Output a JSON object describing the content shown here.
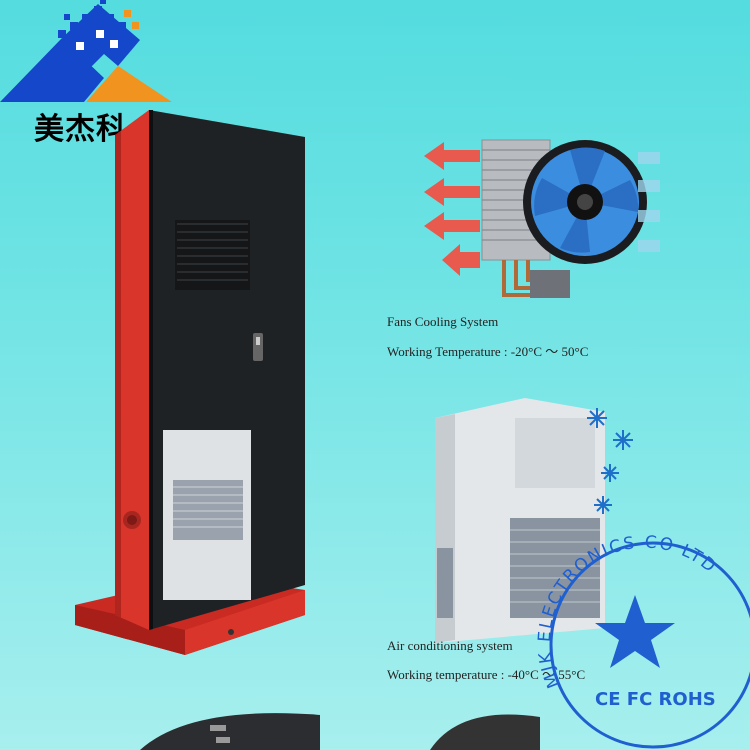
{
  "logo": {
    "text": "美杰科"
  },
  "fan_section": {
    "title": "Fans Cooling System",
    "temperature": "Working Temperature : -20°C ～ 50°C"
  },
  "ac_section": {
    "title": "Air conditioning system",
    "temperature": "Working temperature : -40°C ～ 55°C"
  },
  "stamp": {
    "company": "MJK ELECTRONICS CO LTD",
    "certs": "CE FC ROHS",
    "color": "#1f5fcf"
  },
  "colors": {
    "kiosk_red": "#d9352b",
    "kiosk_black": "#1f2224"
  }
}
